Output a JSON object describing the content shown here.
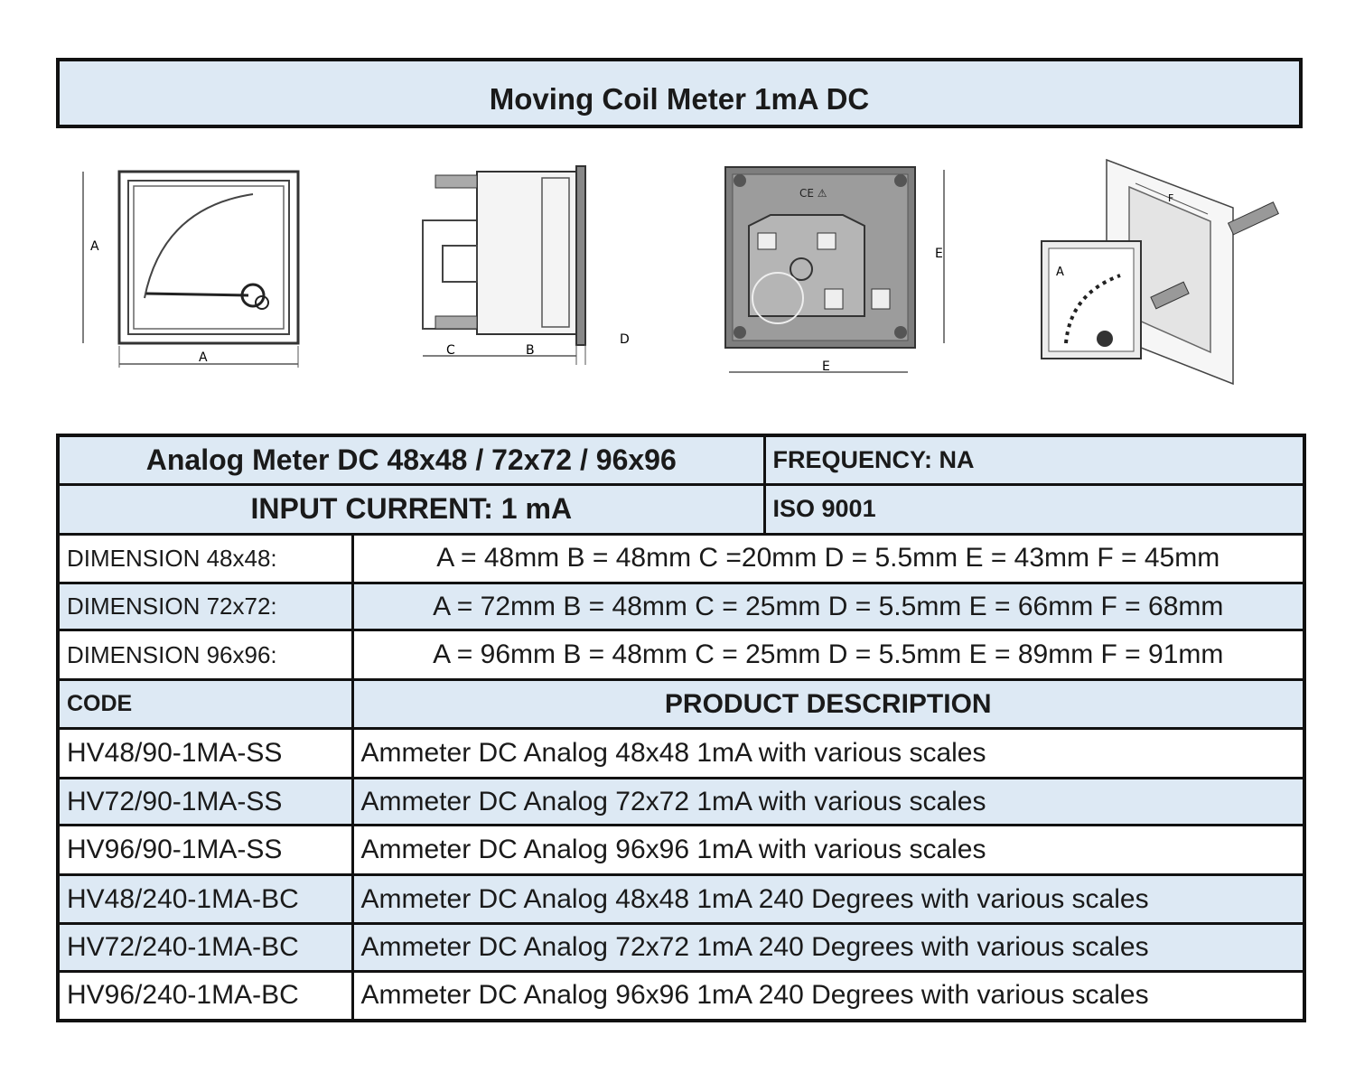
{
  "title": "Moving Coil Meter 1mA  DC",
  "drawings": {
    "front": {
      "label_left": "A",
      "label_bottom": "A"
    },
    "side": {
      "label_c": "C",
      "label_b": "B",
      "label_d": "D"
    },
    "back": {
      "label_right": "E",
      "label_bottom": "E",
      "ce_mark": "CE ⚠"
    },
    "perspective": {
      "label_f": "F",
      "dial_label": "A"
    }
  },
  "spec": {
    "header": {
      "model": "Analog Meter DC 48x48 / 72x72 / 96x96",
      "frequency": "FREQUENCY: NA",
      "input": "INPUT CURRENT: 1 mA",
      "iso": "ISO 9001"
    },
    "dimensions": [
      {
        "label": "DIMENSION 48x48:",
        "value": "A = 48mm  B = 48mm  C =20mm  D = 5.5mm  E = 43mm  F = 45mm"
      },
      {
        "label": "DIMENSION 72x72:",
        "value": "A = 72mm  B = 48mm  C = 25mm  D = 5.5mm  E = 66mm  F = 68mm"
      },
      {
        "label": "DIMENSION 96x96:",
        "value": "A = 96mm  B = 48mm  C = 25mm  D = 5.5mm  E = 89mm  F = 91mm"
      }
    ],
    "columns": {
      "code": "CODE",
      "description": "PRODUCT DESCRIPTION"
    },
    "products": [
      {
        "code": "HV48/90-1MA-SS",
        "description": "Ammeter DC Analog 48x48 1mA with various scales"
      },
      {
        "code": "HV72/90-1MA-SS",
        "description": "Ammeter DC Analog 72x72 1mA with various scales"
      },
      {
        "code": "HV96/90-1MA-SS",
        "description": "Ammeter DC Analog 96x96 1mA with various scales"
      },
      {
        "code": "HV48/240-1MA-BC",
        "description": "Ammeter DC Analog 48x48 1mA 240 Degrees with various scales"
      },
      {
        "code": "HV72/240-1MA-BC",
        "description": "Ammeter DC Analog 72x72 1mA 240 Degrees with various scales"
      },
      {
        "code": "HV96/240-1MA-BC",
        "description": "Ammeter DC Analog 96x96 1mA 240 Degrees with various scales"
      }
    ]
  }
}
